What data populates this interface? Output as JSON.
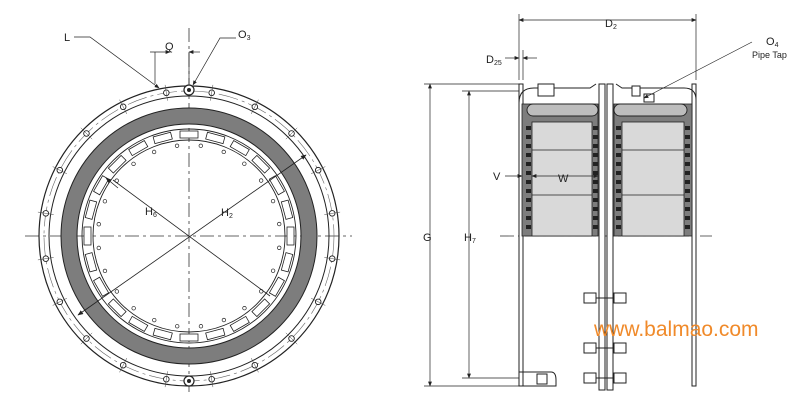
{
  "front_view": {
    "labels": {
      "L": "L",
      "Q": "Q",
      "O3": "O",
      "O3_sub": "3",
      "H6": "H",
      "H6_sub": "6",
      "H2": "H",
      "H2_sub": "2"
    }
  },
  "side_view": {
    "labels": {
      "D2": "D",
      "D2_sub": "2",
      "D25": "D",
      "D25_sub": "25",
      "O4": "O",
      "O4_sub": "4",
      "pipe_tap": "Pipe Tap",
      "V": "V",
      "W": "W",
      "G": "G",
      "H7": "H",
      "H7_sub": "7"
    }
  },
  "watermark": "www.balmao.com",
  "colors": {
    "line": "#222222",
    "ring_fill": "#7d7d7d",
    "tube_fill": "#c8c8c8",
    "watermark": "#f08a2a"
  }
}
